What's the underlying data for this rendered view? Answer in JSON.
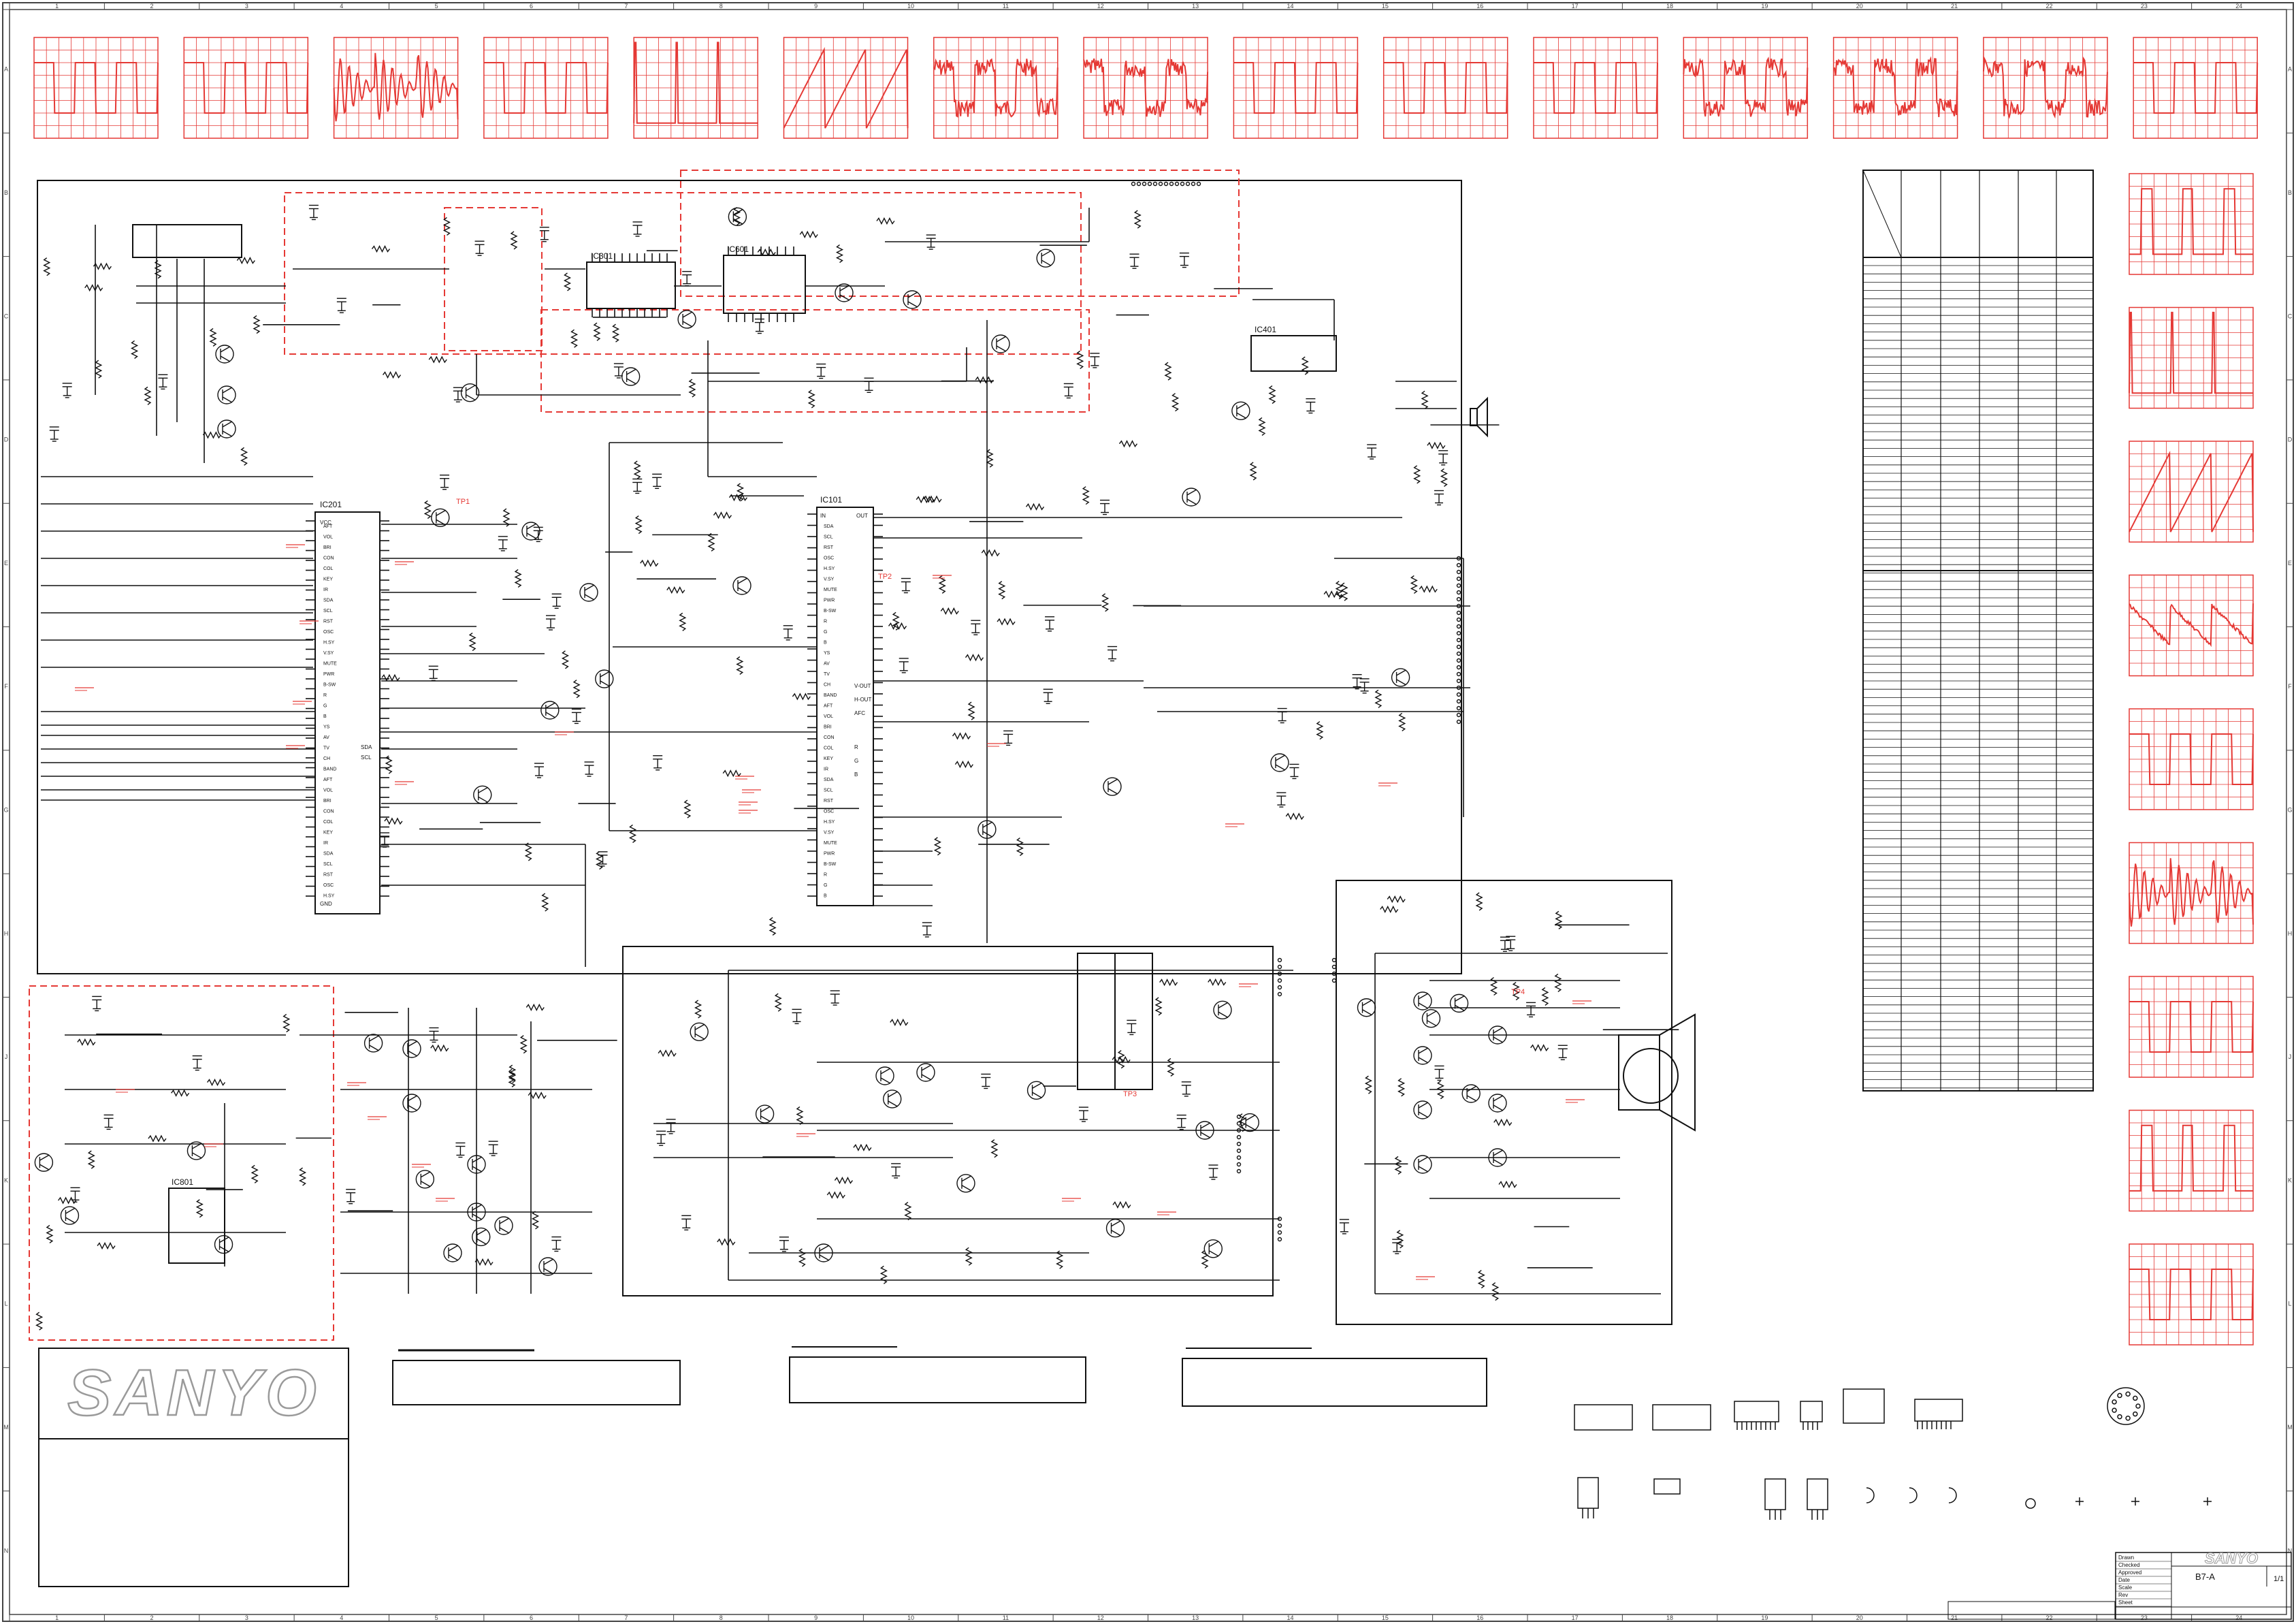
{
  "colors": {
    "ink": "#111111",
    "scope_red": "#e53935",
    "frame": "#444444",
    "paper": "#ffffff",
    "logo_outline": "#9a9a9a"
  },
  "border": {
    "column_labels": [
      "1",
      "2",
      "3",
      "4",
      "5",
      "6",
      "7",
      "8",
      "9",
      "10",
      "11",
      "12",
      "13",
      "14",
      "15",
      "16",
      "17",
      "18",
      "19",
      "20",
      "21",
      "22",
      "23",
      "24"
    ],
    "row_labels": [
      "A",
      "B",
      "C",
      "D",
      "E",
      "F",
      "G",
      "H",
      "J",
      "K",
      "L",
      "M",
      "N"
    ]
  },
  "oscillograms": {
    "top_row": [
      "square",
      "square",
      "burst",
      "square",
      "spike",
      "ramp",
      "noisy-square",
      "noisy-square",
      "square",
      "square",
      "square",
      "noisy-square",
      "noisy-square",
      "noisy-square",
      "square"
    ],
    "right_column": [
      "pulse",
      "spike",
      "ramp",
      "sawtooth",
      "square",
      "burst",
      "square",
      "pulse",
      "square"
    ]
  },
  "schematic": {
    "ic_labels": [
      "IC201",
      "IC101",
      "IC301",
      "IC601",
      "IC401",
      "IC801"
    ],
    "pin_labels": [
      "VCC",
      "GND",
      "OUT",
      "IN",
      "SDA",
      "SCL",
      "V-OUT",
      "H-OUT",
      "AFC",
      "R",
      "G",
      "B"
    ],
    "test_points": [
      "TP1",
      "TP2",
      "TP3",
      "TP4"
    ]
  },
  "logo": {
    "text": "SANYO"
  },
  "title_block": {
    "logo": "SANYO",
    "model": "B7-A",
    "sheet": "1/1",
    "small_lines": [
      "Drawn",
      "Checked",
      "Approved",
      "Date",
      "Scale",
      "Rev",
      "Sheet"
    ]
  }
}
